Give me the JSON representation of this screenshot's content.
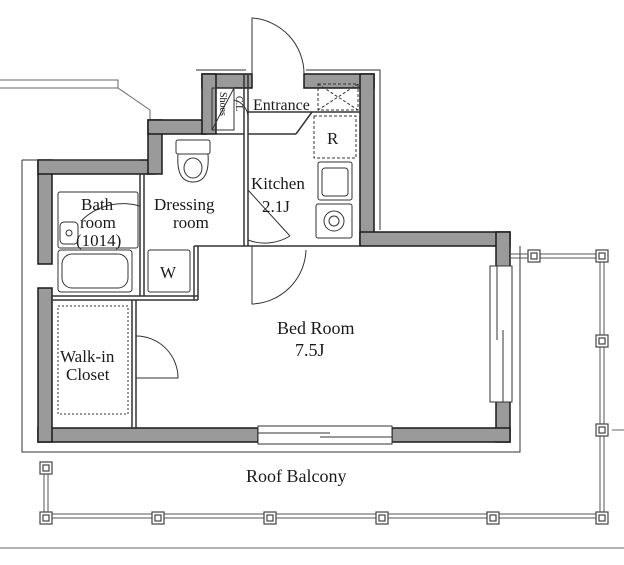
{
  "rooms": {
    "entrance": "Entrance",
    "shoes": "Shoes",
    "closet_small": "C.L",
    "kitchen": "Kitchen",
    "kitchen_size": "2.1J",
    "refrigerator": "R",
    "dressing_line1": "Dressing",
    "dressing_line2": "room",
    "washer": "W",
    "bath_line1": "Bath",
    "bath_line2": "room",
    "bath_code": "(1014)",
    "walkin_line1": "Walk-in",
    "walkin_line2": "Closet",
    "bedroom": "Bed Room",
    "bedroom_size": "7.5J",
    "balcony": "Roof Balcony"
  },
  "colors": {
    "wall_fill": "#9a9a9a",
    "wall_stroke": "#1a1a1a",
    "line": "#333333"
  }
}
